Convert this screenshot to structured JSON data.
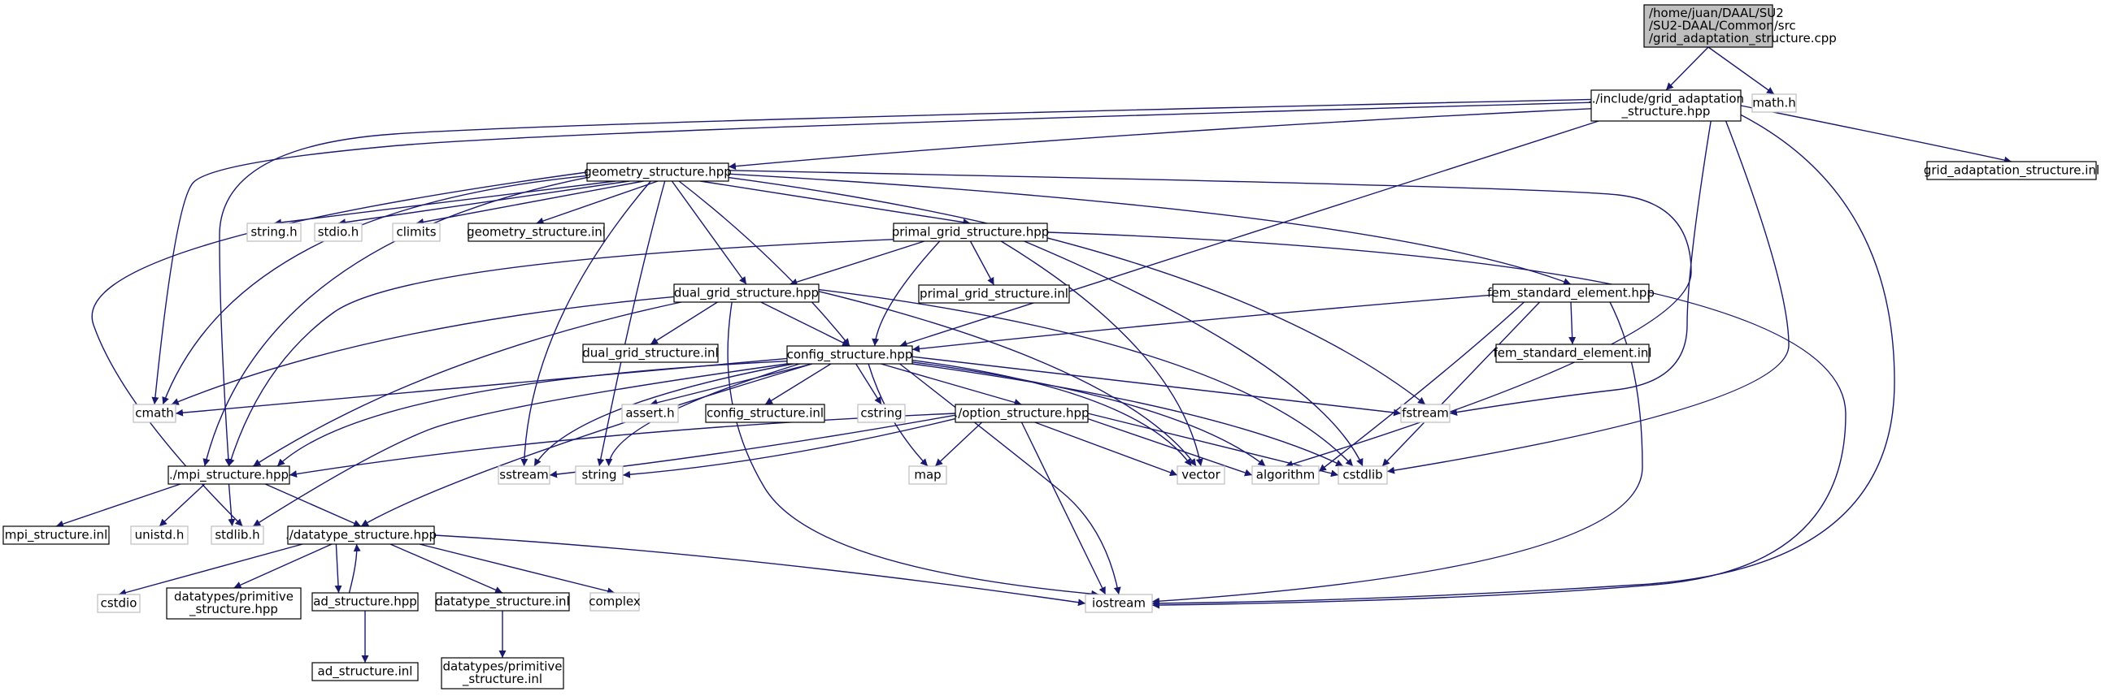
{
  "colors": {
    "edge": "#191970",
    "node_border": "#000000",
    "external_border": "#bfbfbf",
    "root_fill": "#bfbfbf",
    "background": "#ffffff"
  },
  "nodes": [
    {
      "id": "root",
      "lines": [
        "/home/juan/DAAL/SU2",
        "/SU2-DAAL/Common/src",
        "/grid_adaptation_structure.cpp"
      ],
      "kind": "root"
    },
    {
      "id": "math_h",
      "lines": [
        "math.h"
      ],
      "kind": "external"
    },
    {
      "id": "grid_adapt_hpp",
      "lines": [
        "../include/grid_adaptation",
        "_structure.hpp"
      ],
      "kind": "local"
    },
    {
      "id": "grid_adapt_inl",
      "lines": [
        "grid_adaptation_structure.inl"
      ],
      "kind": "local"
    },
    {
      "id": "geometry_hpp",
      "lines": [
        "geometry_structure.hpp"
      ],
      "kind": "local"
    },
    {
      "id": "string_h",
      "lines": [
        "string.h"
      ],
      "kind": "external"
    },
    {
      "id": "stdio_h",
      "lines": [
        "stdio.h"
      ],
      "kind": "external"
    },
    {
      "id": "climits",
      "lines": [
        "climits"
      ],
      "kind": "external"
    },
    {
      "id": "geometry_inl",
      "lines": [
        "geometry_structure.inl"
      ],
      "kind": "local"
    },
    {
      "id": "primal_hpp",
      "lines": [
        "primal_grid_structure.hpp"
      ],
      "kind": "local"
    },
    {
      "id": "primal_inl",
      "lines": [
        "primal_grid_structure.inl"
      ],
      "kind": "local"
    },
    {
      "id": "dual_hpp",
      "lines": [
        "dual_grid_structure.hpp"
      ],
      "kind": "local"
    },
    {
      "id": "dual_inl",
      "lines": [
        "dual_grid_structure.inl"
      ],
      "kind": "local"
    },
    {
      "id": "fem_hpp",
      "lines": [
        "fem_standard_element.hpp"
      ],
      "kind": "local"
    },
    {
      "id": "fem_inl",
      "lines": [
        "fem_standard_element.inl"
      ],
      "kind": "local"
    },
    {
      "id": "config_hpp",
      "lines": [
        "config_structure.hpp"
      ],
      "kind": "local"
    },
    {
      "id": "cmath",
      "lines": [
        "cmath"
      ],
      "kind": "external"
    },
    {
      "id": "assert_h",
      "lines": [
        "assert.h"
      ],
      "kind": "external"
    },
    {
      "id": "config_inl",
      "lines": [
        "config_structure.inl"
      ],
      "kind": "local"
    },
    {
      "id": "cstring",
      "lines": [
        "cstring"
      ],
      "kind": "external"
    },
    {
      "id": "option_hpp",
      "lines": [
        "./option_structure.hpp"
      ],
      "kind": "local"
    },
    {
      "id": "fstream",
      "lines": [
        "fstream"
      ],
      "kind": "external"
    },
    {
      "id": "mpi_hpp",
      "lines": [
        "./mpi_structure.hpp"
      ],
      "kind": "local"
    },
    {
      "id": "sstream",
      "lines": [
        "sstream"
      ],
      "kind": "external"
    },
    {
      "id": "string",
      "lines": [
        "string"
      ],
      "kind": "external"
    },
    {
      "id": "map",
      "lines": [
        "map"
      ],
      "kind": "external"
    },
    {
      "id": "vector",
      "lines": [
        "vector"
      ],
      "kind": "external"
    },
    {
      "id": "algorithm",
      "lines": [
        "algorithm"
      ],
      "kind": "external"
    },
    {
      "id": "cstdlib",
      "lines": [
        "cstdlib"
      ],
      "kind": "external"
    },
    {
      "id": "mpi_inl",
      "lines": [
        "mpi_structure.inl"
      ],
      "kind": "local"
    },
    {
      "id": "unistd_h",
      "lines": [
        "unistd.h"
      ],
      "kind": "external"
    },
    {
      "id": "stdlib_h",
      "lines": [
        "stdlib.h"
      ],
      "kind": "external"
    },
    {
      "id": "datatype_hpp",
      "lines": [
        "./datatype_structure.hpp"
      ],
      "kind": "local"
    },
    {
      "id": "cstdio",
      "lines": [
        "cstdio"
      ],
      "kind": "external"
    },
    {
      "id": "dt_prim_hpp",
      "lines": [
        "datatypes/primitive",
        "_structure.hpp"
      ],
      "kind": "local"
    },
    {
      "id": "ad_hpp",
      "lines": [
        "ad_structure.hpp"
      ],
      "kind": "local"
    },
    {
      "id": "datatype_inl",
      "lines": [
        "datatype_structure.inl"
      ],
      "kind": "local"
    },
    {
      "id": "complex",
      "lines": [
        "complex"
      ],
      "kind": "external"
    },
    {
      "id": "iostream",
      "lines": [
        "iostream"
      ],
      "kind": "external"
    },
    {
      "id": "ad_inl",
      "lines": [
        "ad_structure.inl"
      ],
      "kind": "local"
    },
    {
      "id": "dt_prim_inl",
      "lines": [
        "datatypes/primitive",
        "_structure.inl"
      ],
      "kind": "local"
    }
  ]
}
